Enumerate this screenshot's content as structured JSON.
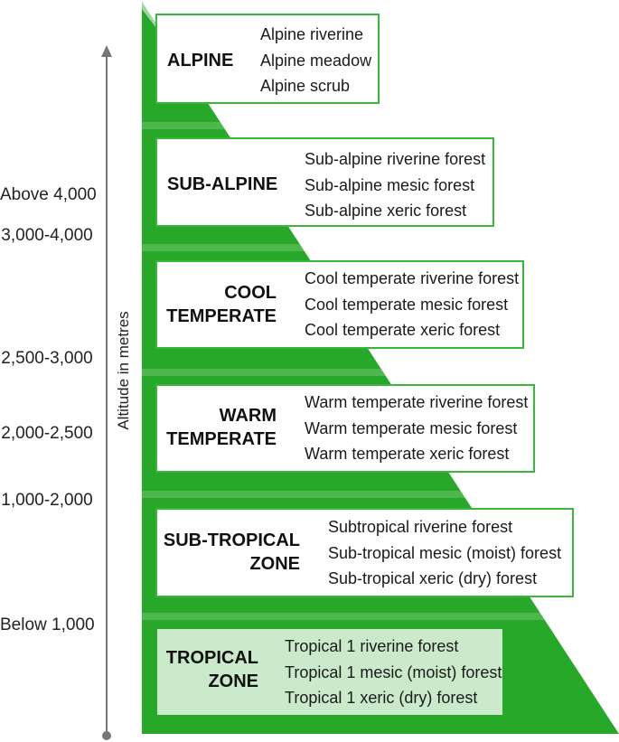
{
  "axis": {
    "title": "Altitude in metres",
    "levels": [
      {
        "label": "Above 4,000"
      },
      {
        "label": "3,000-4,000"
      },
      {
        "label": "2,500-3,000"
      },
      {
        "label": "2,000-2,500"
      },
      {
        "label": "1,000-2,000"
      },
      {
        "label": "Below 1,000"
      }
    ]
  },
  "colors": {
    "pyramid_dark": "#28a828",
    "pyramid_light": "#c5e8c5",
    "box_border": "#3cb53c",
    "box_fill": "#ffffff",
    "tropical_box_fill": "#cbeacb",
    "axis_line": "#777777"
  },
  "zones": [
    {
      "name_lines": [
        "ALPINE"
      ],
      "items": [
        "Alpine riverine",
        "Alpine meadow",
        "Alpine scrub"
      ]
    },
    {
      "name_lines": [
        "SUB-ALPINE"
      ],
      "items": [
        "Sub-alpine riverine forest",
        "Sub-alpine mesic forest",
        "Sub-alpine xeric forest"
      ]
    },
    {
      "name_lines": [
        "COOL",
        "TEMPERATE"
      ],
      "items": [
        "Cool temperate riverine forest",
        "Cool temperate mesic forest",
        "Cool temperate xeric forest"
      ]
    },
    {
      "name_lines": [
        "WARM",
        "TEMPERATE"
      ],
      "items": [
        "Warm temperate riverine forest",
        "Warm temperate mesic forest",
        "Warm temperate xeric forest"
      ]
    },
    {
      "name_lines": [
        "SUB-TROPICAL",
        "ZONE"
      ],
      "items": [
        "Subtropical riverine forest",
        "Sub-tropical mesic (moist) forest",
        "Sub-tropical xeric (dry) forest"
      ]
    },
    {
      "name_lines": [
        "TROPICAL",
        "ZONE"
      ],
      "items": [
        "Tropical 1 riverine forest",
        "Tropical 1 mesic (moist) forest",
        "Tropical 1 xeric (dry) forest"
      ]
    }
  ]
}
